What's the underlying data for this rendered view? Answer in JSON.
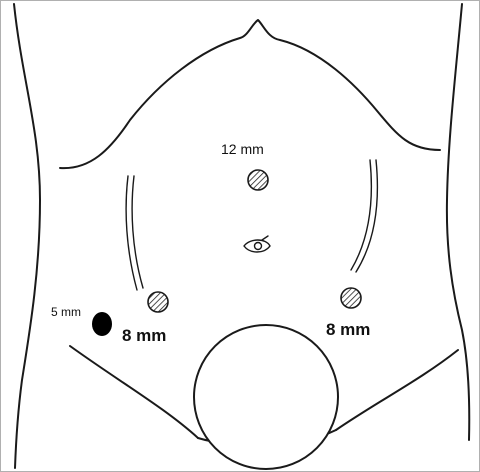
{
  "labels": {
    "port_top": "12 mm",
    "port_left": "8 mm",
    "port_right": "8 mm",
    "port_assist": "5 mm"
  },
  "colors": {
    "line": "#1a1a1a",
    "assist_port_fill": "#000000",
    "port_hatch": "#222222",
    "background": "#ffffff",
    "border": "#b0b0b0"
  },
  "icons": {
    "port_symbol": "hatched-circle",
    "assist_symbol": "filled-oval",
    "umbilicus_symbol": "navel-glyph"
  }
}
